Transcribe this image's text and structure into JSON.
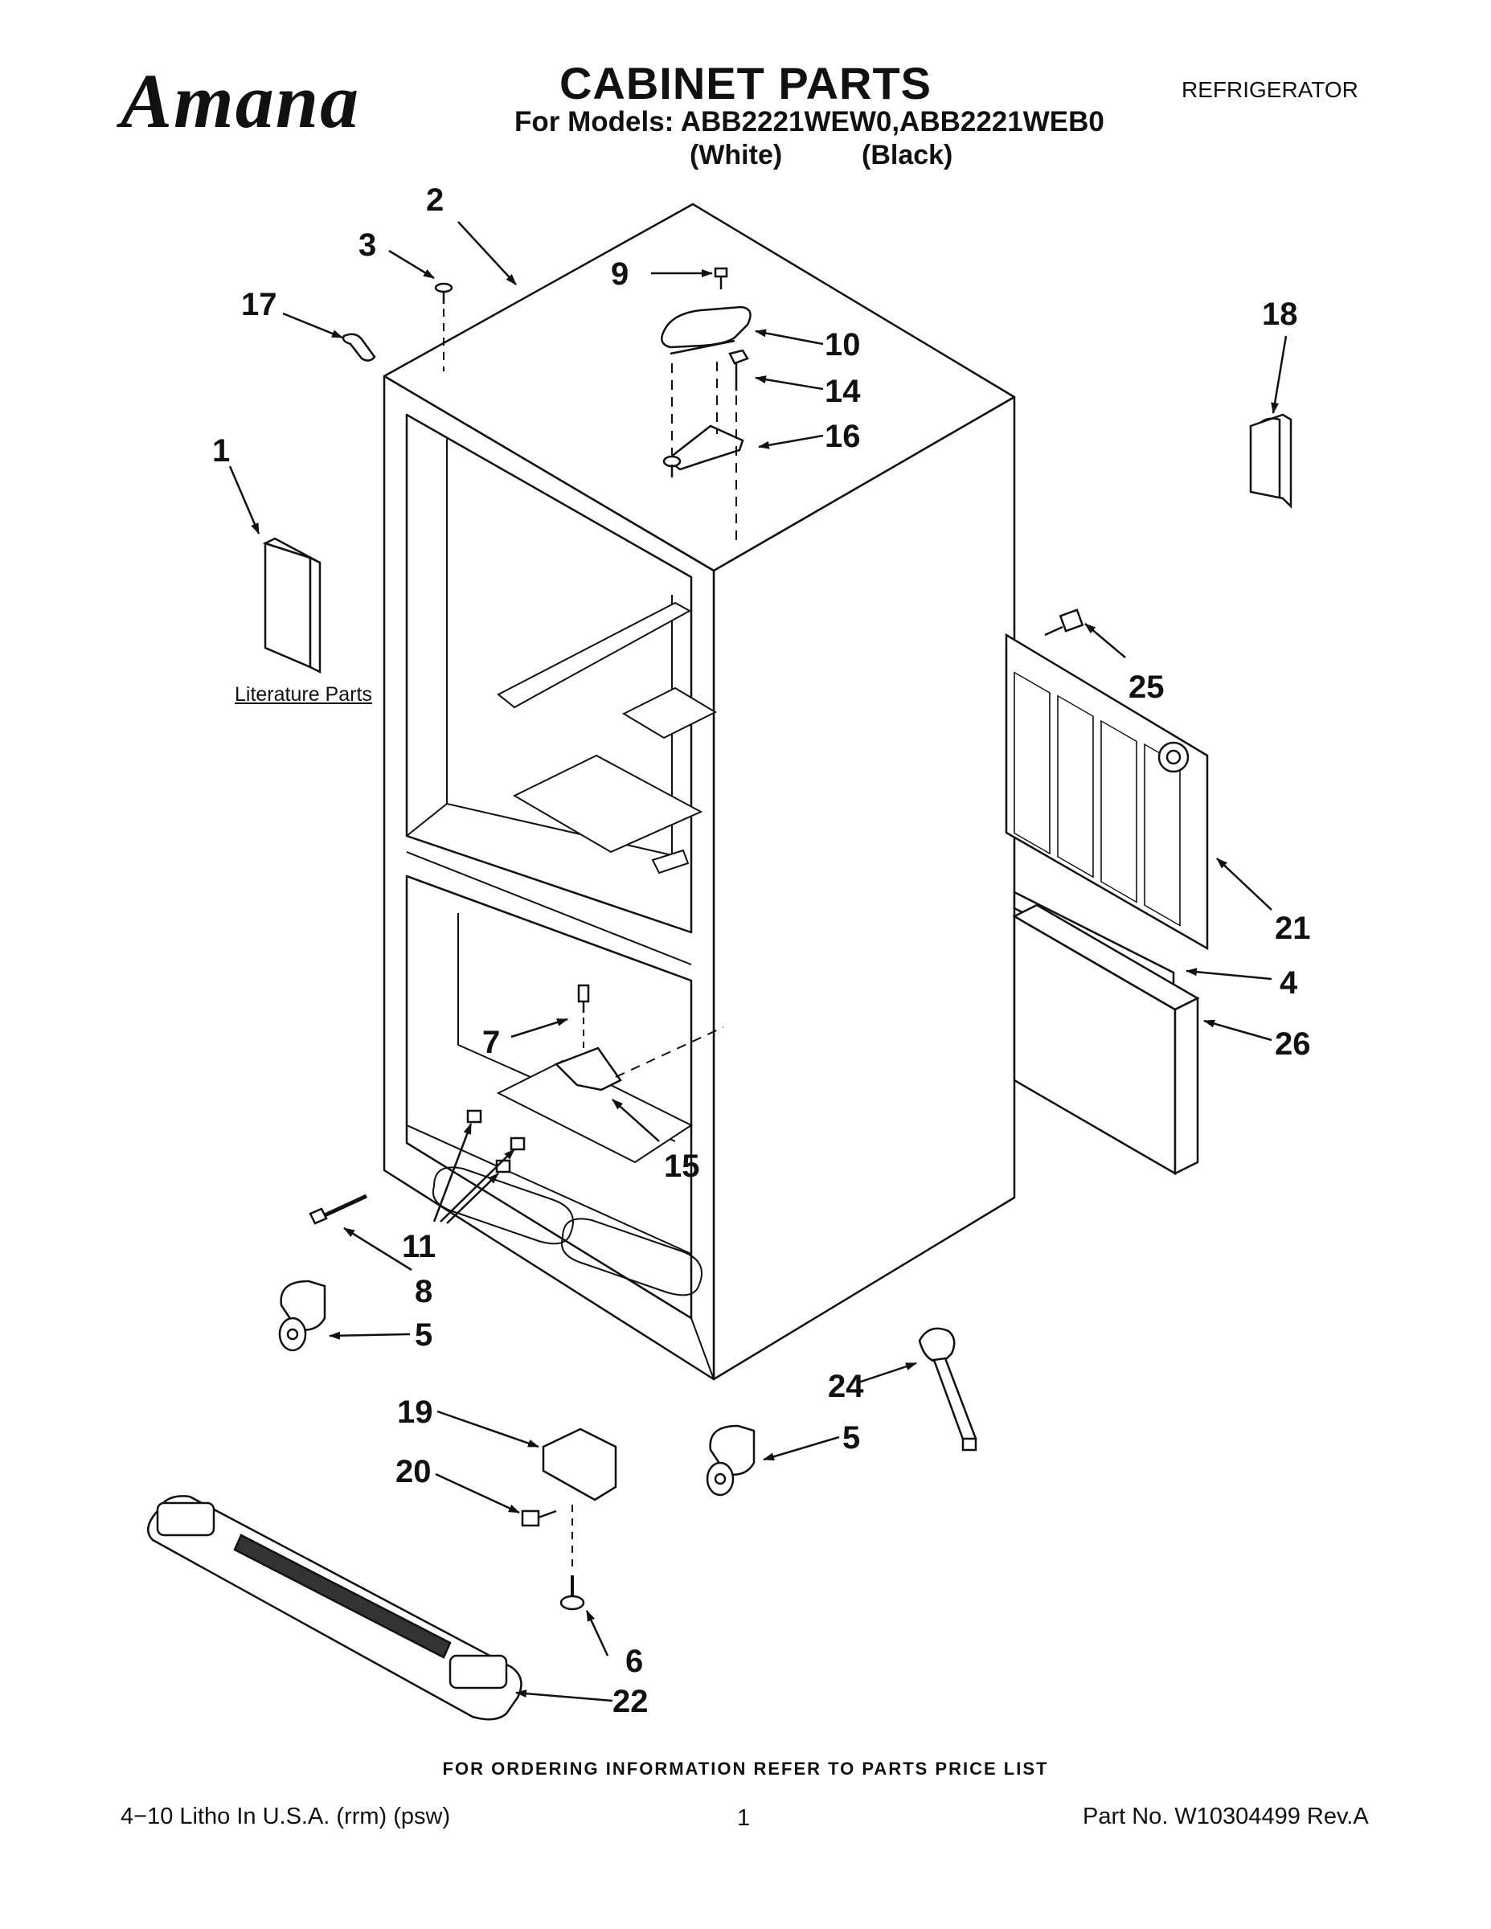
{
  "header": {
    "brand": "Amana",
    "title": "CABINET PARTS",
    "models_line": "For Models: ABB2221WEW0,ABB2221WEB0",
    "color_white": "(White)",
    "color_black": "(Black)",
    "category": "REFRIGERATOR"
  },
  "diagram": {
    "literature_label": "Literature Parts",
    "callouts": {
      "c1": "1",
      "c2": "2",
      "c3": "3",
      "c4": "4",
      "c5a": "5",
      "c5b": "5",
      "c6": "6",
      "c7": "7",
      "c8": "8",
      "c9": "9",
      "c10": "10",
      "c11": "11",
      "c14": "14",
      "c15": "15",
      "c16": "16",
      "c17": "17",
      "c18": "18",
      "c19": "19",
      "c20": "20",
      "c21": "21",
      "c22": "22",
      "c24": "24",
      "c25": "25",
      "c26": "26"
    }
  },
  "footer": {
    "ordering_note": "FOR ORDERING INFORMATION REFER TO PARTS PRICE LIST",
    "litho": "4−10 Litho In U.S.A. (rrm) (psw)",
    "page_number": "1",
    "part_number": "Part No. W10304499 Rev.A"
  }
}
